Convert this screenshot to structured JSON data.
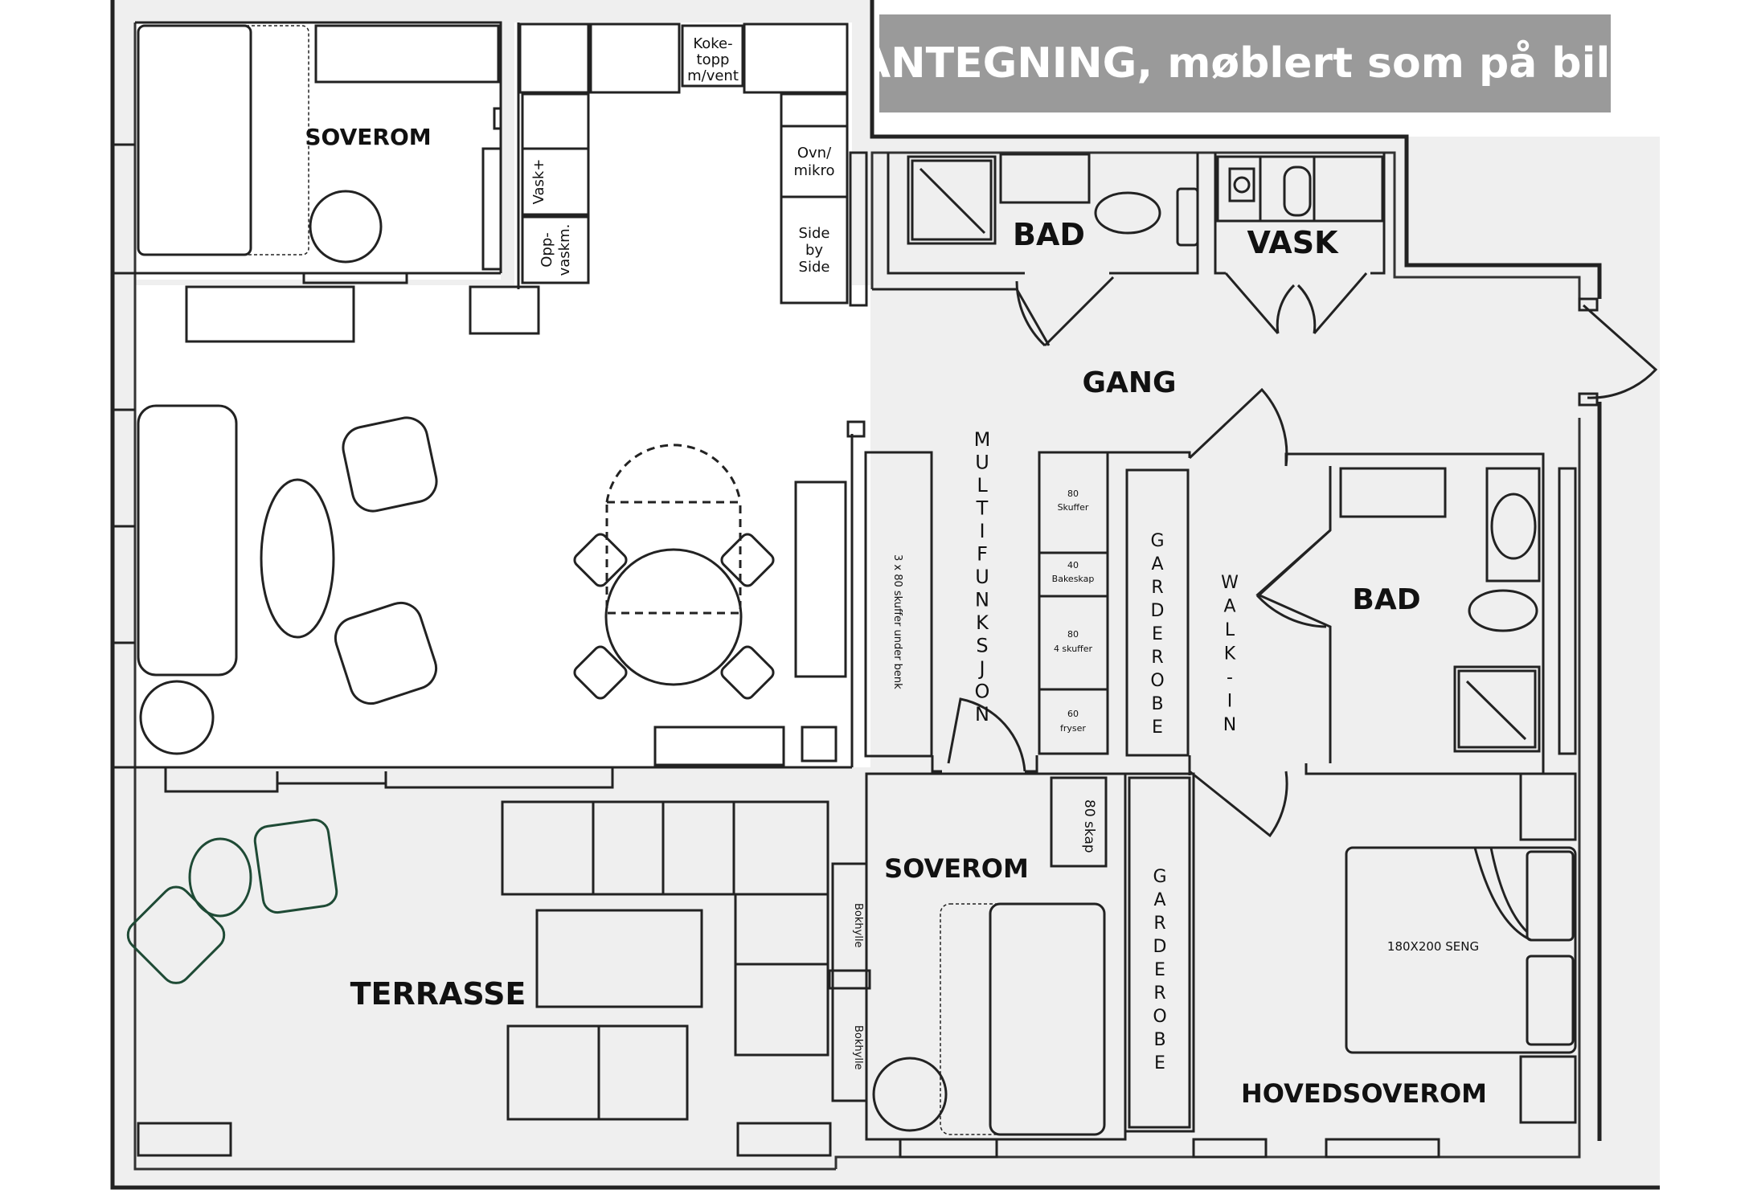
{
  "title": "PLANTEGNING, møblert som på bilder",
  "rooms": {
    "soverom_top": "SOVEROM",
    "bad_top": "BAD",
    "vask": "VASK",
    "gang": "GANG",
    "bad_right": "BAD",
    "soverom_mid": "SOVEROM",
    "terrasse": "TERRASSE",
    "hovedsoverom": "HOVEDSOVEROM"
  },
  "kitchen": {
    "koketopp": [
      "Koke-",
      "topp",
      "m/vent"
    ],
    "ovn": [
      "Ovn/",
      "mikro"
    ],
    "side": [
      "Side",
      "by",
      "Side"
    ],
    "vask": "Vask+",
    "oppvask": [
      "Opp-",
      "vaskm."
    ]
  },
  "labels": {
    "multifunksjon": [
      "M",
      "U",
      "L",
      "T",
      "I",
      "F",
      "U",
      "N",
      "K",
      "S",
      "J",
      "O",
      "N"
    ],
    "garderobe": [
      "G",
      "A",
      "R",
      "D",
      "E",
      "R",
      "O",
      "B",
      "E"
    ],
    "walk_in": [
      "W",
      "A",
      "L",
      "K",
      "-",
      "I",
      "N"
    ],
    "bench": "3 x 80 skuffer under benk",
    "cab1": [
      "80",
      "Skuffer"
    ],
    "cab2": [
      "40",
      "Bakeskap"
    ],
    "cab3": [
      "80",
      "4 skuffer"
    ],
    "cab4": [
      "60",
      "fryser"
    ],
    "skap": "80 skap",
    "bokhylle": "Bokhylle",
    "seng": "180X200 SENG"
  }
}
